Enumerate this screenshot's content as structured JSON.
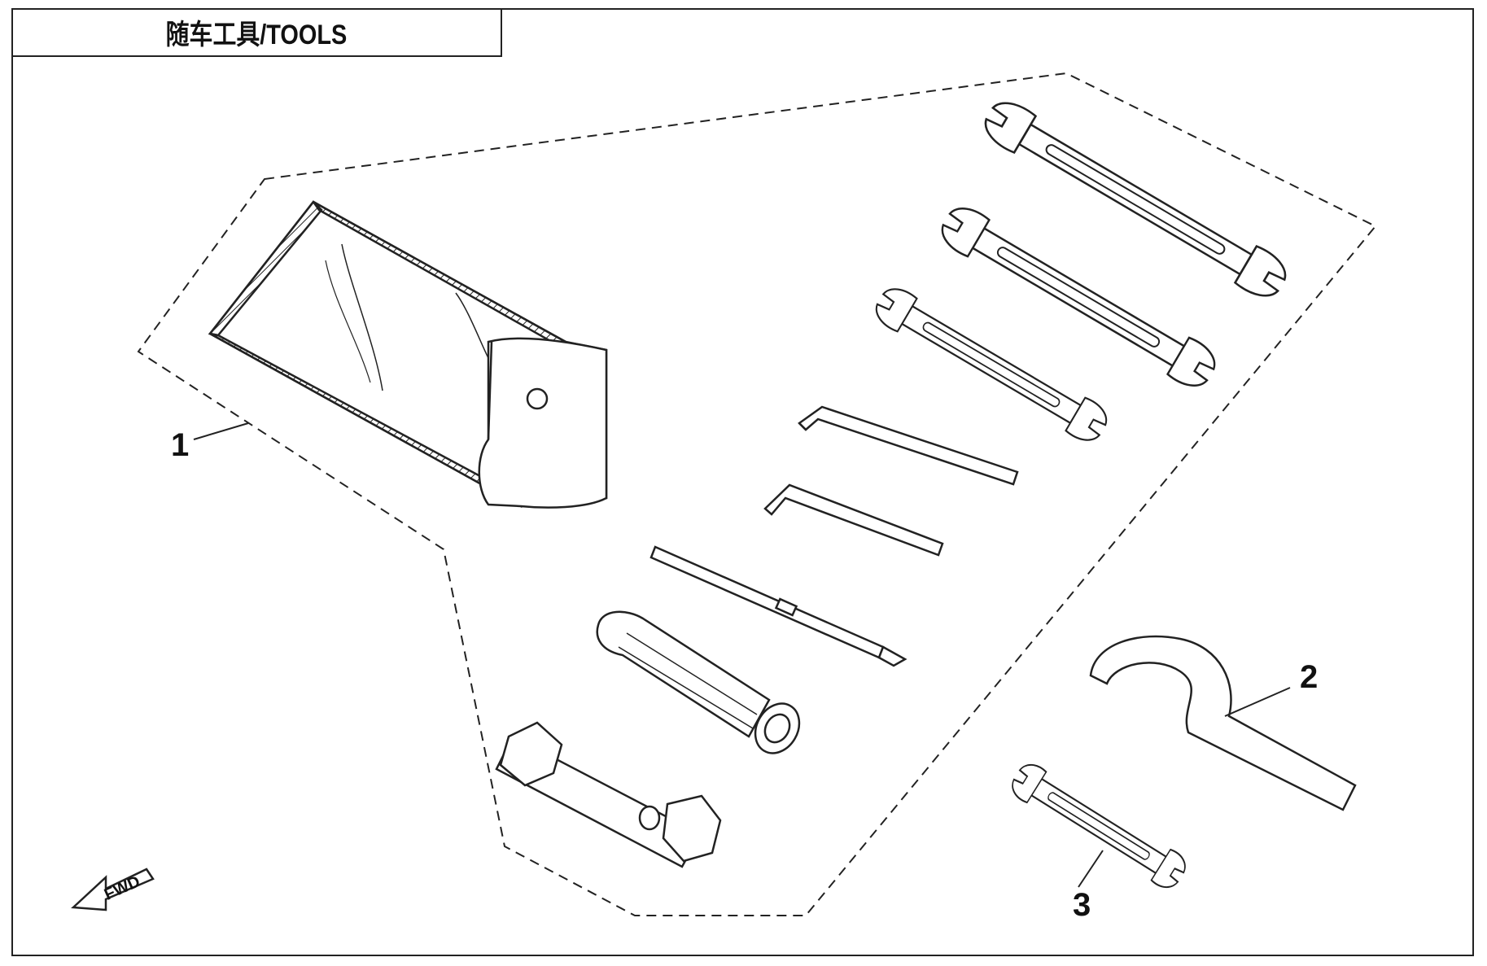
{
  "title": "随车工具/TOOLS",
  "callouts": [
    "1",
    "2",
    "3"
  ],
  "fwd_label": "FWD",
  "colors": {
    "line": "#222222",
    "background": "#ffffff"
  },
  "icons": [
    "tool-pouch-icon",
    "open-end-wrench-icon",
    "hex-key-icon",
    "screwdriver-icon",
    "screwdriver-handle-icon",
    "spark-plug-socket-icon",
    "hook-spanner-icon",
    "small-wrench-icon",
    "forward-arrow-icon"
  ]
}
